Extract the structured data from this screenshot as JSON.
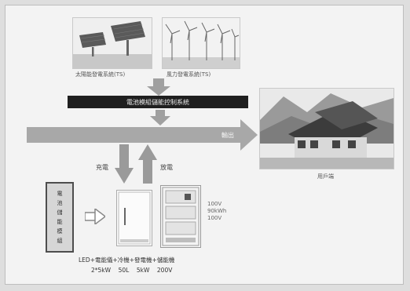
{
  "captions": {
    "solar": "太陽能發電系統(TS)",
    "wind": "風力發電系統(TS)",
    "house": "用戶端"
  },
  "banner_text": "電池模組儲能控制系統",
  "main_arrow_label": "輸出",
  "arrows": {
    "charge": "充電",
    "discharge": "放電"
  },
  "storage_box": [
    "電",
    "池",
    "儲",
    "能",
    "模",
    "組"
  ],
  "cabinet_specs": [
    "100V",
    "90kWh",
    "100V"
  ],
  "bottom_line1": "LED+電能儀+冷機+發電機+儲能機",
  "bottom_line2": "2*5kW    50L    5kW    200V",
  "colors": {
    "banner": "#1f1f1f",
    "arrow": "#a8a8a8",
    "background": "#f3f3f3"
  }
}
